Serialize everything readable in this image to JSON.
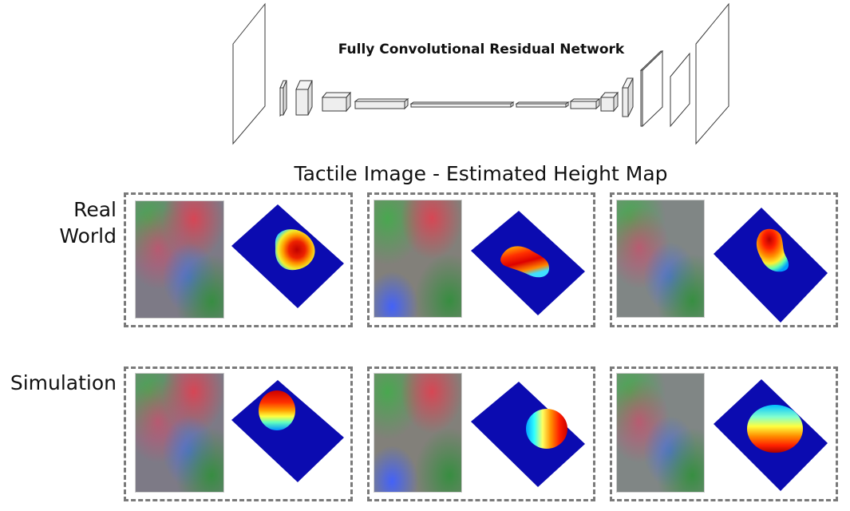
{
  "network": {
    "title": "Fully Convolutional Residual Network",
    "line_color": "#3a3a3a",
    "block_fill": "#e8e8e8"
  },
  "figure": {
    "title": "Tactile Image - Estimated Height Map",
    "panel_border_color": "#7a7a7a",
    "heightmap_base_color": "#0b0bb0"
  },
  "rows": [
    {
      "id": "real",
      "label": "Real World",
      "samples": [
        {
          "blob": "round-red-center"
        },
        {
          "blob": "elongated-diagonal"
        },
        {
          "blob": "pear-shaped"
        }
      ]
    },
    {
      "id": "sim",
      "label": "Simulation",
      "samples": [
        {
          "blob": "round-horizontal-bands"
        },
        {
          "blob": "round-vertical-bands"
        },
        {
          "blob": "round-large-horizontal-bands"
        }
      ]
    }
  ]
}
